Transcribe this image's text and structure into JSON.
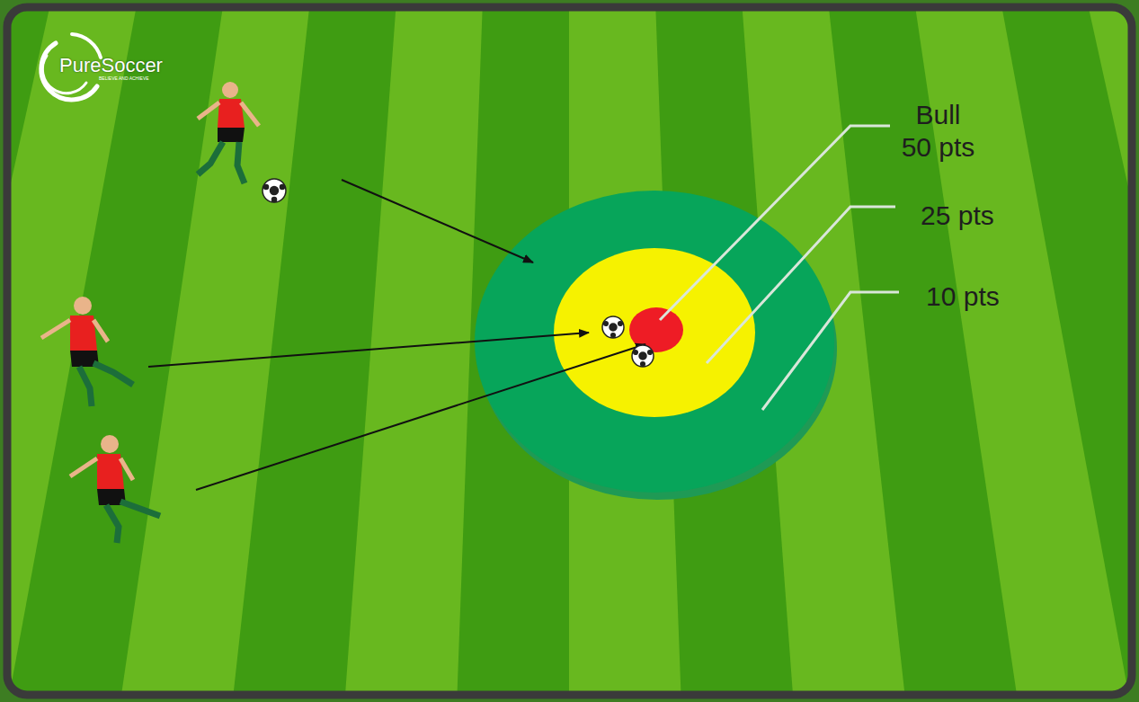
{
  "diagram": {
    "labels": [
      "PureSoccer",
      "BELIEVE AND ACHIEVE",
      "Bull 50 pts",
      "25 pts",
      "10 pts"
    ]
  }
}
